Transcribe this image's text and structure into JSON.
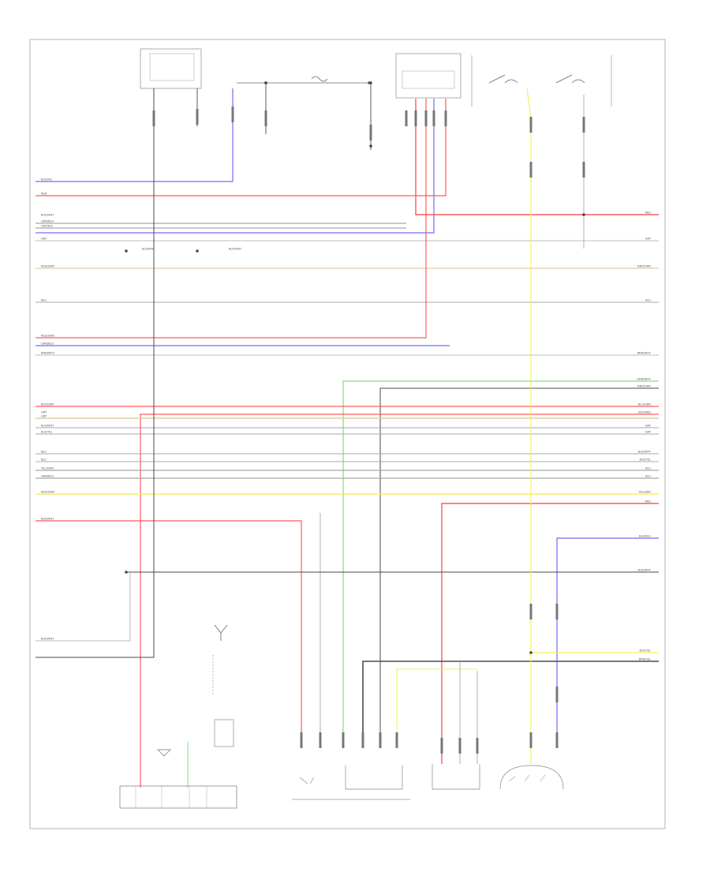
{
  "diagram": {
    "page_marker": "",
    "wire_colors": {
      "red": "#ff5a5a",
      "blue": "#6f6ff0",
      "yellow": "#f2f25a",
      "green": "#7de07d",
      "dark": "#4a4a4a",
      "gray": "#a8a8a8",
      "beige": "#ddd0a0",
      "frame": "#b5b5b5"
    },
    "left_wire_labels": [
      "BLK/YEL",
      "RED",
      "BLK/WHT",
      "GRN/BLU",
      "GRY/BLU",
      "GRY",
      "BLK/WHT",
      "BLK/WHT",
      "RED/GRN",
      "BLU",
      "RED/GRN",
      "GRN/BLU",
      "BRN/WHT",
      "BLU/GRN",
      "GRY",
      "GRY",
      "BLK/WHT",
      "BLK/YEL",
      "BLU",
      "BLU",
      "YEL/GRN",
      "GRN/BLU",
      "RED/GRN",
      "BLK/WHT",
      "BLK/WHT"
    ],
    "right_wire_labels": [
      "RED",
      "GRY",
      "BRN/GRN",
      "BLU",
      "BRN/WHT",
      "GRN/WHT",
      "BRN/GRN",
      "BLU/GRN",
      "BLU/RED",
      "GRY",
      "GRY",
      "BLK/WHT",
      "BLK/YEL",
      "BLU",
      "BLU",
      "YEL/GRN",
      "RED",
      "BLK/BLU",
      "BLK/WHT",
      "BLK/YEL",
      "BRN/YEL"
    ],
    "top_labels": {
      "relay_box": "",
      "ignition_text": "",
      "fuse_text": "",
      "hot_at_all_times_1": "",
      "hot_at_all_times_2": "",
      "switch_text": "",
      "fuel_pump_text": "",
      "underhood_text": ""
    },
    "bottom_labels": {
      "ecm_left": "",
      "ecm_middle": "",
      "module_a": "",
      "module_b": "",
      "ground_text": "",
      "switch_box_text": ""
    }
  }
}
